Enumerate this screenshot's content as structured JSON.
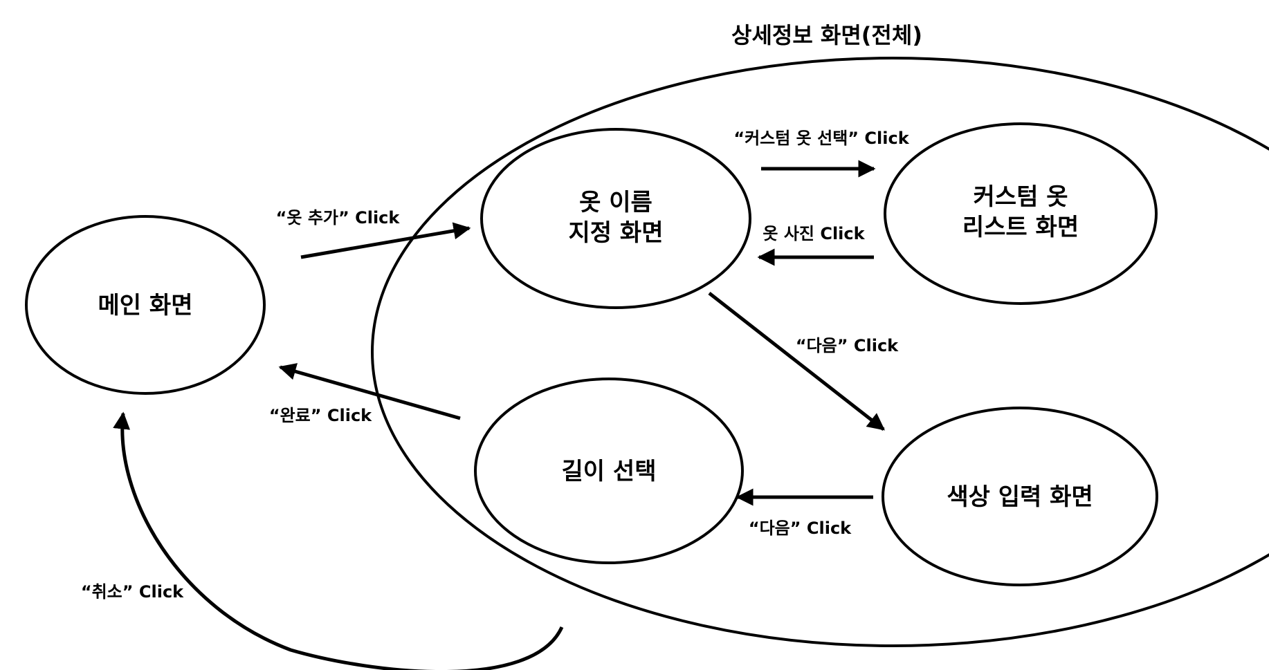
{
  "colors": {
    "background": "#ffffff",
    "stroke": "#000000",
    "text": "#000000"
  },
  "group": {
    "title": "상세정보 화면(전체)"
  },
  "nodes": {
    "main": {
      "line1": "메인 화면"
    },
    "name": {
      "line1": "옷 이름",
      "line2": "지정 화면"
    },
    "custom": {
      "line1": "커스텀 옷",
      "line2": "리스트 화면"
    },
    "length": {
      "line1": "길이 선택"
    },
    "color": {
      "line1": "색상 입력 화면"
    }
  },
  "edges": {
    "add": {
      "label": "“옷 추가” Click"
    },
    "custom_select": {
      "label": "“커스텀 옷 선택” Click"
    },
    "photo": {
      "label": "옷 사진 Click"
    },
    "next1": {
      "label": "“다음” Click"
    },
    "next2": {
      "label": "“다음” Click"
    },
    "done": {
      "label": "“완료” Click"
    },
    "cancel": {
      "label": "“취소” Click"
    }
  }
}
